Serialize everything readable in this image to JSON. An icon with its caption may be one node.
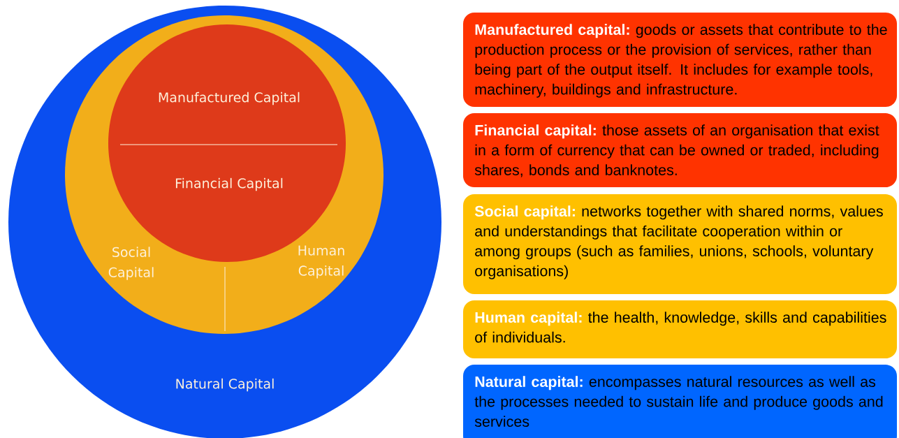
{
  "diagram": {
    "nodes": [
      {
        "text": [
          "Natural Capital"
        ]
      },
      {
        "text": [
          "Social Capital",
          "Human Capital"
        ],
        "in": 0
      },
      {
        "text": [
          "Manufactured Capital",
          "Financial Capital"
        ],
        "in": 1
      },
      {
        "text": [
          "Manufactured capital:",
          "goods or assets that contribute to the production process or the provision of services, rather than being part of the output itself. It includes for example tools, machinery, buildings and infrastructure."
        ]
      },
      {
        "text": [
          "Financial capital:",
          "those assets of an organisation that exist in a form of currency that can be owned or traded, including shares, bonds and banknotes."
        ]
      },
      {
        "text": [
          "Social capital:",
          "networks together with shared norms, values and understandings that facilitate cooperation within or among groups (such as families, unions, schools, voluntary organisations)"
        ]
      },
      {
        "text": [
          "Human capital:",
          "the health, knowledge, skills and capabilities of individuals."
        ]
      },
      {
        "text": [
          "Natural capital:",
          "encompasses natural resources as well as the processes needed to sustain life and produce goods and services"
        ]
      }
    ]
  }
}
